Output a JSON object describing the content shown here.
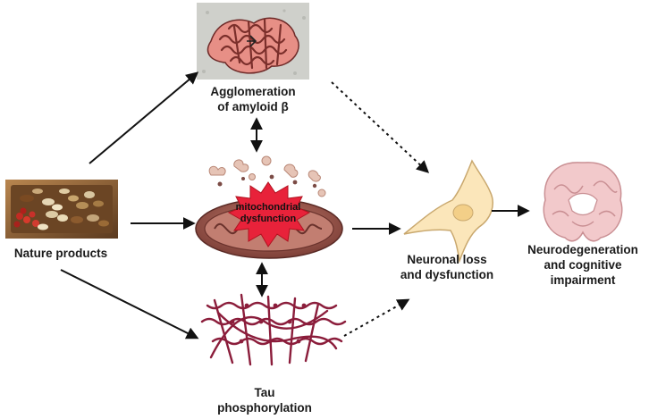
{
  "nodes": {
    "nature_products": {
      "label": "Nature products",
      "icon": "herbal-medicine-tray-image"
    },
    "amyloid": {
      "label_line1": "Agglomeration",
      "label_line2": "of amyloid β",
      "icon": "amyloid-plaque-image"
    },
    "mitochondria": {
      "label_line1": "mitochondrial",
      "label_line2": "dysfunction",
      "icon": "mitochondrion-image"
    },
    "tau": {
      "label_line1": "Tau",
      "label_line2": "phosphorylation",
      "icon": "tau-tangle-image"
    },
    "neuron": {
      "label_line1": "Neuronal loss",
      "label_line2": "and dysfunction",
      "icon": "neuron-icon"
    },
    "brain": {
      "label_line1": "Neurodegeneration",
      "label_line2": "and cognitive",
      "label_line3": "impairment",
      "icon": "brain-section-icon"
    }
  },
  "colors": {
    "arrow": "#111111",
    "amyloid_fiber": "#d9716a",
    "mito_body": "#a9645a",
    "burst": "#e8223a",
    "tau_fiber": "#8b1d3b",
    "neuron_fill": "#fbe6ba",
    "brain_fill": "#f2c9cb"
  }
}
